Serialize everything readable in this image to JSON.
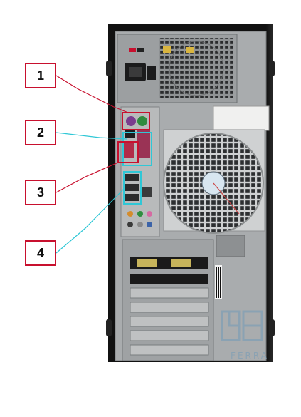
{
  "callouts": [
    {
      "label": "1",
      "line_color": "#c8102e"
    },
    {
      "label": "2",
      "line_color": "#2fc7d6"
    },
    {
      "label": "3",
      "line_color": "#c8102e"
    },
    {
      "label": "4",
      "line_color": "#2fc7d6"
    }
  ],
  "colors": {
    "case_black": "#111111",
    "panel_gray": "#a9acae",
    "psu_gray": "#9c9fa1",
    "highlight_red": "#c8102e",
    "highlight_cyan": "#2fc7d6",
    "watermark": "#8aa2b3"
  },
  "watermark": {
    "text": "FERRA",
    "logo_icon": "ferra-logo"
  }
}
